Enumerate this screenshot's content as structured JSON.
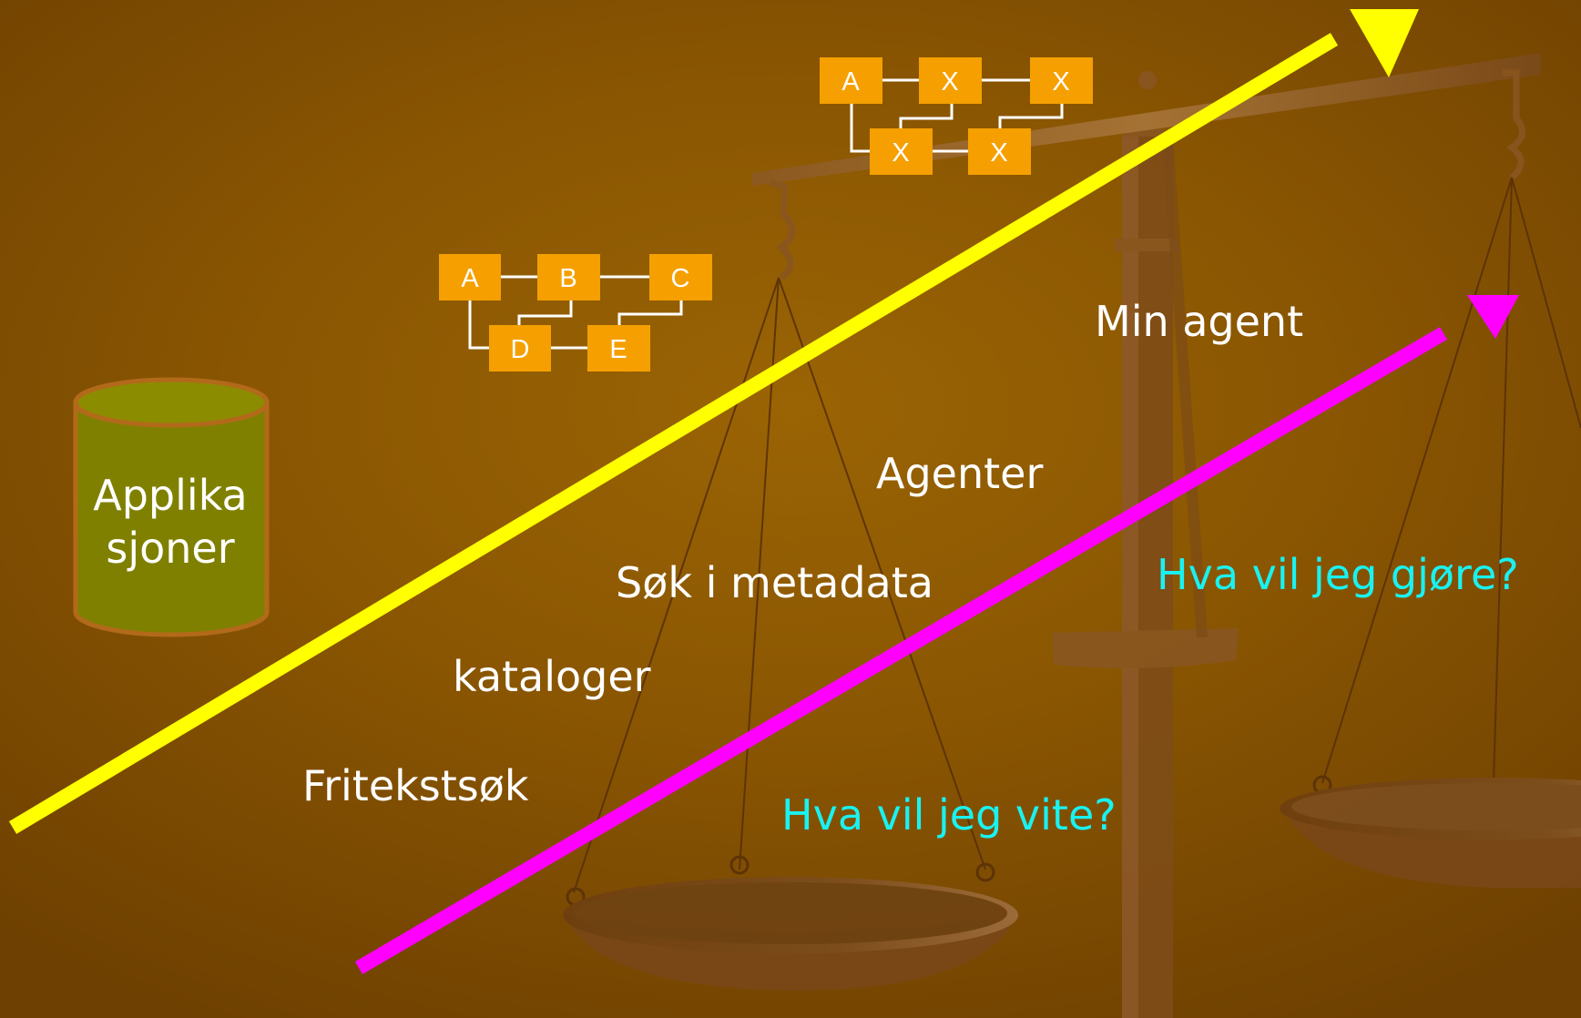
{
  "cylinder": {
    "label_line1": "Applika",
    "label_line2": "sjoner",
    "fill": "#808000",
    "stroke": "#b26a1a"
  },
  "flow_diagram_1": {
    "nodes": [
      "A",
      "B",
      "C",
      "D",
      "E"
    ],
    "fill": "#f5a000"
  },
  "flow_diagram_2": {
    "nodes": [
      "A",
      "X",
      "X",
      "X",
      "X"
    ],
    "fill": "#f5a000"
  },
  "labels": {
    "fritekstsok": "Fritekstsøk",
    "kataloger": "kataloger",
    "sok_metadata": "Søk i metadata",
    "agenter": "Agenter",
    "min_agent": "Min agent",
    "hva_vite": "Hva vil jeg vite?",
    "hva_gjore": "Hva vil jeg gjøre?"
  },
  "arrows": {
    "yellow": "#ffff00",
    "magenta": "#ff00ff"
  },
  "text_colors": {
    "white": "#ffffff",
    "cyan": "#19f2f2"
  }
}
